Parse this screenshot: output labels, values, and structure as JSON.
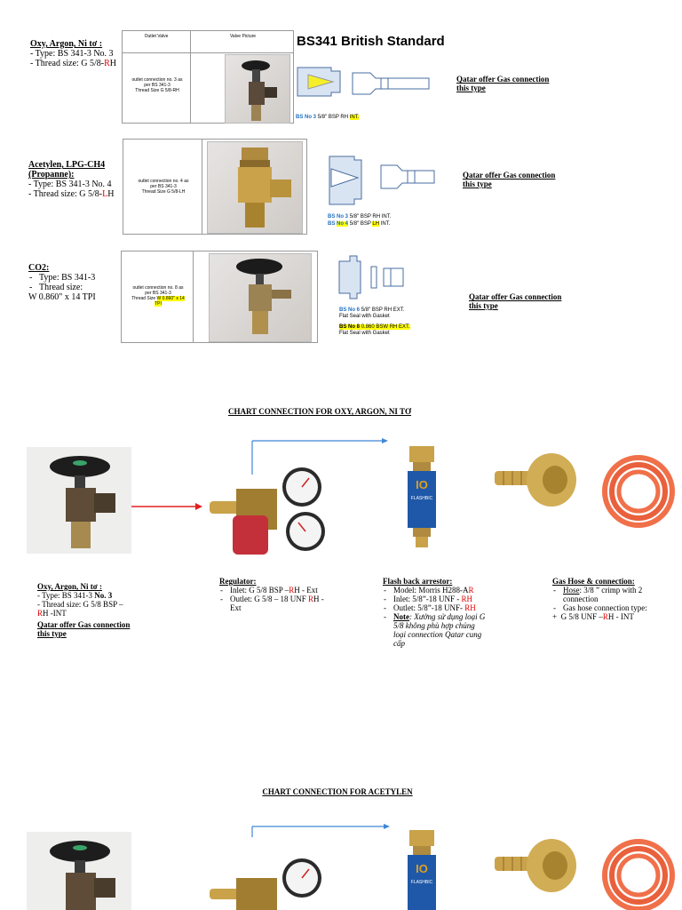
{
  "sec1": {
    "title": "Oxy, Argon, Ni tơ :",
    "type": "- Type: BS 341-3 No. 3",
    "thread_prefix": "- Thread size: G 5/8-",
    "thread_red": "R",
    "thread_suffix": "H",
    "col_outlet": "Outlet Valve",
    "col_picture": "Valve Picture",
    "cell_line1": "outlet connection no. 3 as",
    "cell_line2": "per BS 341-3",
    "cell_line3": "Thread Size G 5/8-RH",
    "offer": "Qatar offer Gas connection this type"
  },
  "bs_banner": "BS341 British Standard (",
  "sec1_diag": {
    "no": "BS No 3",
    "spec_a": "5/8\" BSP RH ",
    "spec_hl": "INT."
  },
  "sec2": {
    "title1": "Acetylen, LPG-CH4",
    "title2": "(Propanne):",
    "type": "- Type: BS 341-3 No. 4",
    "thread_prefix": "- Thread size: G 5/8-",
    "thread_red": "L",
    "thread_suffix": "H",
    "cell_line1": "outlet connection no. 4 as",
    "cell_line2": "per BS 341-3",
    "cell_line3": "Thread Size G 5/8-LH",
    "diag_no3": "BS No 3",
    "diag_spec3": "5/8\" BSP RH INT.",
    "diag_no4a": "BS ",
    "diag_no4b": "No 4",
    "diag_spec4a": "5/8\" BSP ",
    "diag_spec4b": "LH",
    "diag_spec4c": " INT.",
    "offer": "Qatar offer Gas connection this type"
  },
  "sec3": {
    "title": "CO2:",
    "type": "Type: BS 341-3",
    "thread": "Thread size:",
    "thread2": "W 0.860\" x 14 TPI",
    "cell_line1": "outlet connection no. 8 as",
    "cell_line2": "per BS 341-3",
    "cell_line3a": "Thread Size ",
    "cell_line3b": "W 0.860\" x 14",
    "cell_line4": "TPI",
    "diag_no6": "BS No 6",
    "diag_spec6": "5/8\" BSP RH EXT.",
    "diag_note6": "Flat Seal with Gasket",
    "diag_no8": "BS No 8",
    "diag_spec8": "0.860 BSW RH EXT.",
    "diag_note8": "Flat Seal with Gasket",
    "offer": "Qatar offer Gas connection this type"
  },
  "chart1": {
    "title": "CHART CONNECTION FOR OXY, ARGON, NI TƠ",
    "col1": {
      "title": "Oxy, Argon, Ni tơ :",
      "type_a": "- Type: BS 341-3 ",
      "type_b": "No. 3",
      "thread_a": "- Thread size: G 5/8 BSP –",
      "thread_red": "R",
      "thread_b": "H -INT",
      "offer": "Qatar offer Gas connection this type"
    },
    "col2": {
      "title": "Regulator:",
      "inlet_a": "Inlet: G 5/8 BSP –",
      "inlet_red": "R",
      "inlet_b": "H - Ext",
      "outlet_a": "Outlet: G 5/8 – 18 UNF ",
      "outlet_red": "R",
      "outlet_b": "H - Ext"
    },
    "col3": {
      "title": "Flash back arrestor:",
      "model_a": "Model: Morris H288-A",
      "model_red": "R",
      "inlet_a": "Inlet: 5/8”-18 UNF - ",
      "inlet_red": "RH",
      "outlet_a": "Outlet: 5/8”-18 UNF- ",
      "outlet_red": "RH",
      "note_label": "Note",
      "note_text": ": Xưởng sử dụng loại G 5/8 không phù hợp chủng loại connection Qatar cung cấp"
    },
    "col4": {
      "title": "Gas Hose & connection:",
      "hose_a": "Hose",
      "hose_b": ": 3/8 ” crimp with 2",
      "hose_c": "connection",
      "conn": "Gas hose connection type:",
      "plus": "+",
      "plus_text_a": "G 5/8 UNF –",
      "plus_red": "R",
      "plus_text_b": "H - INT"
    }
  },
  "chart2": {
    "title": "CHART CONNECTION FOR ACETYLEN"
  },
  "product": {
    "brand": "IO",
    "label": "FLASHBIC"
  },
  "colors": {
    "red_text": "#e00000",
    "highlight": "#ffff00",
    "arrow_red": "#e02020",
    "arrow_blue": "#3f86d8",
    "hose": "#f0704a",
    "brass": "#c9a24a"
  }
}
